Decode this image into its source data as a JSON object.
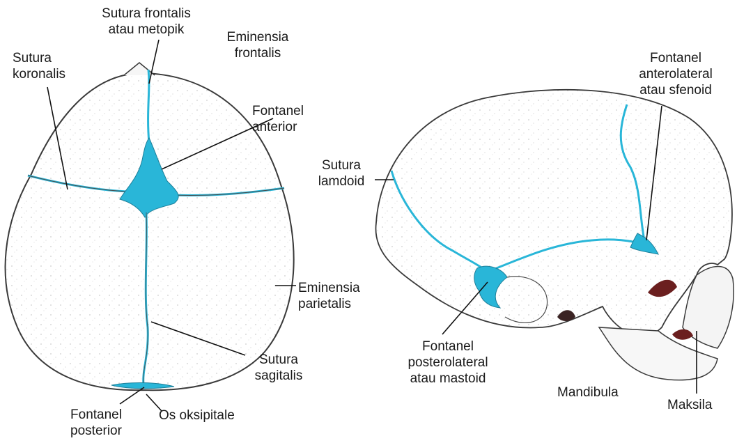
{
  "colors": {
    "fontanel": "#29b6d8",
    "bone_outline": "#3a3a3a",
    "leader": "#111111",
    "background": "#ffffff"
  },
  "top_view": {
    "labels": {
      "sutura_frontalis": [
        "Sutura frontalis",
        "atau metopik"
      ],
      "eminensia_frontalis": [
        "Eminensia",
        "frontalis"
      ],
      "sutura_koronalis": [
        "Sutura",
        "koronalis"
      ],
      "fontanel_anterior": [
        "Fontanel",
        "anterior"
      ],
      "eminensia_parietalis": [
        "Eminensia",
        "parietalis"
      ],
      "sutura_sagitalis": [
        "Sutura",
        "sagitalis"
      ],
      "fontanel_posterior": [
        "Fontanel",
        "posterior"
      ],
      "os_oksipitale": [
        "Os oksipitale"
      ]
    }
  },
  "side_view": {
    "labels": {
      "fontanel_anterolateral": [
        "Fontanel",
        "anterolateral",
        "atau sfenoid"
      ],
      "sutura_lamdoid": [
        "Sutura",
        "lamdoid"
      ],
      "fontanel_posterolateral": [
        "Fontanel",
        "posterolateral",
        "atau mastoid"
      ],
      "mandibula": [
        "Mandibula"
      ],
      "maksila": [
        "Maksila"
      ]
    }
  }
}
